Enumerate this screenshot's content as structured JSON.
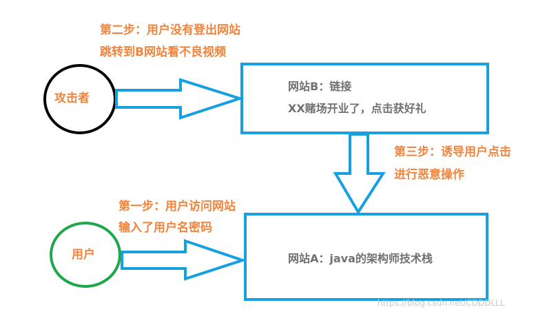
{
  "nodes": {
    "attacker": {
      "label": "攻击者",
      "border_color": "#000000"
    },
    "user": {
      "label": "用户",
      "border_color": "#1fa84a"
    },
    "site_b": {
      "title": "网站B：链接",
      "desc": "XX赌场开业了，点击获好礼"
    },
    "site_a": {
      "title": "网站A：java的架构师技术栈"
    }
  },
  "steps": {
    "step2": {
      "line1": "第二步：用户没有登出网站",
      "line2": "跳转到B网站看不良视频"
    },
    "step3": {
      "line1": "第三步：诱导用户点击",
      "line2": "进行恶意操作"
    },
    "step1": {
      "line1": "第一步：用户访问网站",
      "line2": "输入了用户名密码"
    }
  },
  "watermark": "https://blog.csdn.net/CDDDLLL",
  "colors": {
    "accent_blue": "#16a0e0",
    "step_text": "#f0843c",
    "box_text": "#707070"
  }
}
